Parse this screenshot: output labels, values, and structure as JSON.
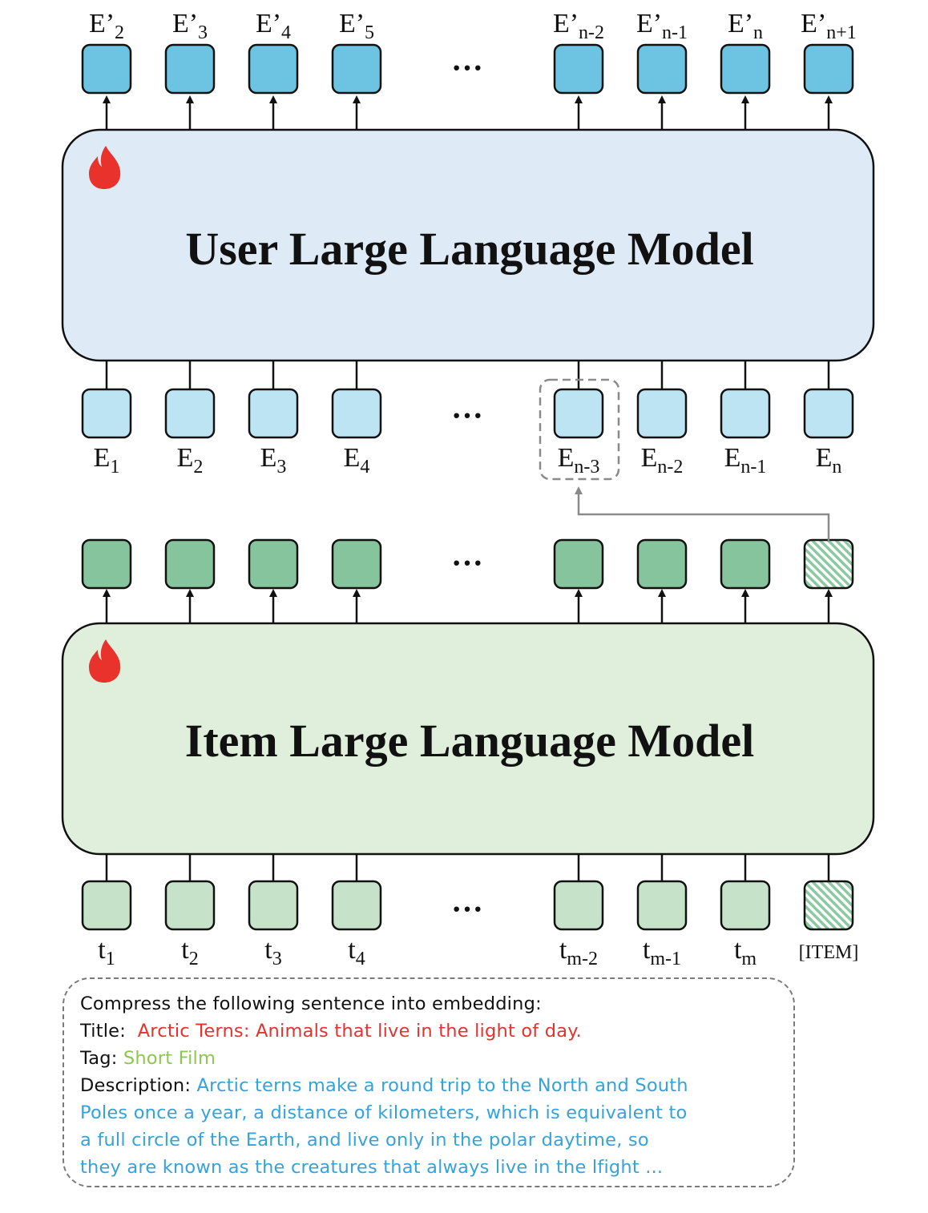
{
  "user_model": {
    "label": "User Large Language Model",
    "fill": "#deebf7",
    "icon": "flame-icon",
    "outputs": [
      {
        "base": "E’",
        "sub": "2"
      },
      {
        "base": "E’",
        "sub": "3"
      },
      {
        "base": "E’",
        "sub": "4"
      },
      {
        "base": "E’",
        "sub": "5"
      },
      {
        "base": "E’",
        "sub": "n-2"
      },
      {
        "base": "E’",
        "sub": "n-1"
      },
      {
        "base": "E’",
        "sub": "n"
      },
      {
        "base": "E’",
        "sub": "n+1"
      }
    ],
    "inputs": [
      {
        "base": "E",
        "sub": "1"
      },
      {
        "base": "E",
        "sub": "2"
      },
      {
        "base": "E",
        "sub": "3"
      },
      {
        "base": "E",
        "sub": "4"
      },
      {
        "base": "E",
        "sub": "n-3"
      },
      {
        "base": "E",
        "sub": "n-2"
      },
      {
        "base": "E",
        "sub": "n-1"
      },
      {
        "base": "E",
        "sub": "n"
      }
    ],
    "highlighted_input": 4,
    "output_token_color": "#6cc4e2",
    "input_token_color": "#bde4f2"
  },
  "item_model": {
    "label": "Item Large Language Model",
    "fill": "#dfefdb",
    "icon": "flame-icon",
    "output_token_color": "#85c49c",
    "input_token_color": "#c6e3ca",
    "inputs": [
      {
        "base": "t",
        "sub": "1"
      },
      {
        "base": "t",
        "sub": "2"
      },
      {
        "base": "t",
        "sub": "3"
      },
      {
        "base": "t",
        "sub": "4"
      },
      {
        "base": "t",
        "sub": "m-2"
      },
      {
        "base": "t",
        "sub": "m-1"
      },
      {
        "base": "t",
        "sub": "m"
      },
      {
        "base": "[ITEM]",
        "sub": ""
      }
    ]
  },
  "ellipsis": "···",
  "prompt": {
    "instruction": "Compress the following sentence into embedding:",
    "title_label": "Title:",
    "title_value": "Arctic Terns: Animals that live in the light of day.",
    "tag_label": "Tag:",
    "tag_value": "Short Film",
    "description_label": "Description:",
    "description_lines": [
      "Arctic terns make a round trip to the North and South",
      "Poles once a year, a distance of kilometers, which is equivalent to",
      "a full circle of the Earth, and live only in the polar daytime, so",
      "they are known as the creatures that always live in the lfight ..."
    ]
  },
  "colors": {
    "flame": "#e8322b",
    "title": "#e2332f",
    "tag": "#8cc84b",
    "description": "#35a2dc"
  }
}
